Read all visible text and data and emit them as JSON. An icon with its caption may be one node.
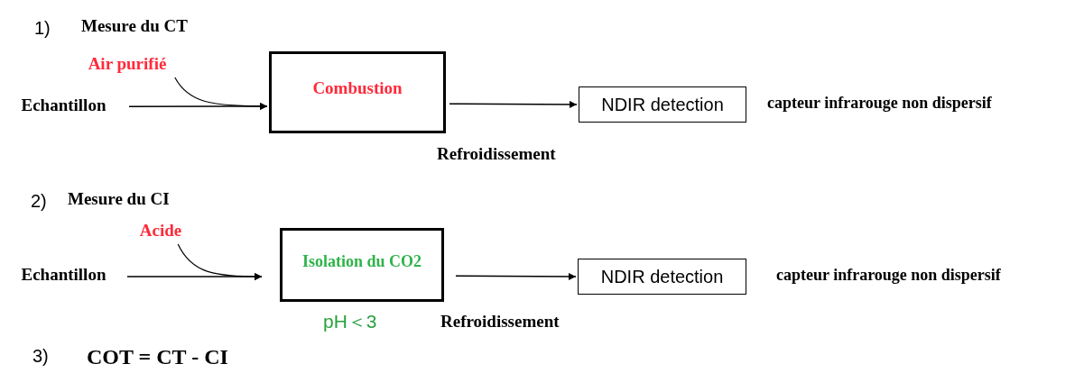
{
  "diagram": {
    "nodes": [
      {
        "text": [
          "Echantillon"
        ]
      },
      {
        "text": [
          "Air purifié"
        ]
      },
      {
        "text": [
          "Combustion"
        ]
      },
      {
        "text": [
          "NDIR detection"
        ],
        "beside": [
          "capteur infrarouge non dispersif"
        ]
      },
      {
        "text": [
          "Echantillon"
        ]
      },
      {
        "text": [
          "Acide"
        ]
      },
      {
        "text": [
          "Isolation du CO2"
        ],
        "beside": [
          "pH＜3"
        ]
      },
      {
        "text": [
          "NDIR detection"
        ],
        "beside": [
          "capteur infrarouge non dispersif"
        ]
      }
    ],
    "edges": [
      {
        "from": 0,
        "to": 2,
        "arrow": "to"
      },
      {
        "from": 1,
        "to": 2,
        "arrow": "to"
      },
      {
        "from": 2,
        "to": 3,
        "arrow": "to",
        "label": "Refroidissement"
      },
      {
        "from": 4,
        "to": 6,
        "arrow": "to"
      },
      {
        "from": 5,
        "to": 6,
        "arrow": "to"
      },
      {
        "from": 6,
        "to": 7,
        "arrow": "to",
        "label": "Refroidissement"
      }
    ],
    "labels": [
      "1)",
      "Mesure du CT",
      "2)",
      "Mesure du CI",
      "3)",
      "COT = CT - CI"
    ]
  }
}
